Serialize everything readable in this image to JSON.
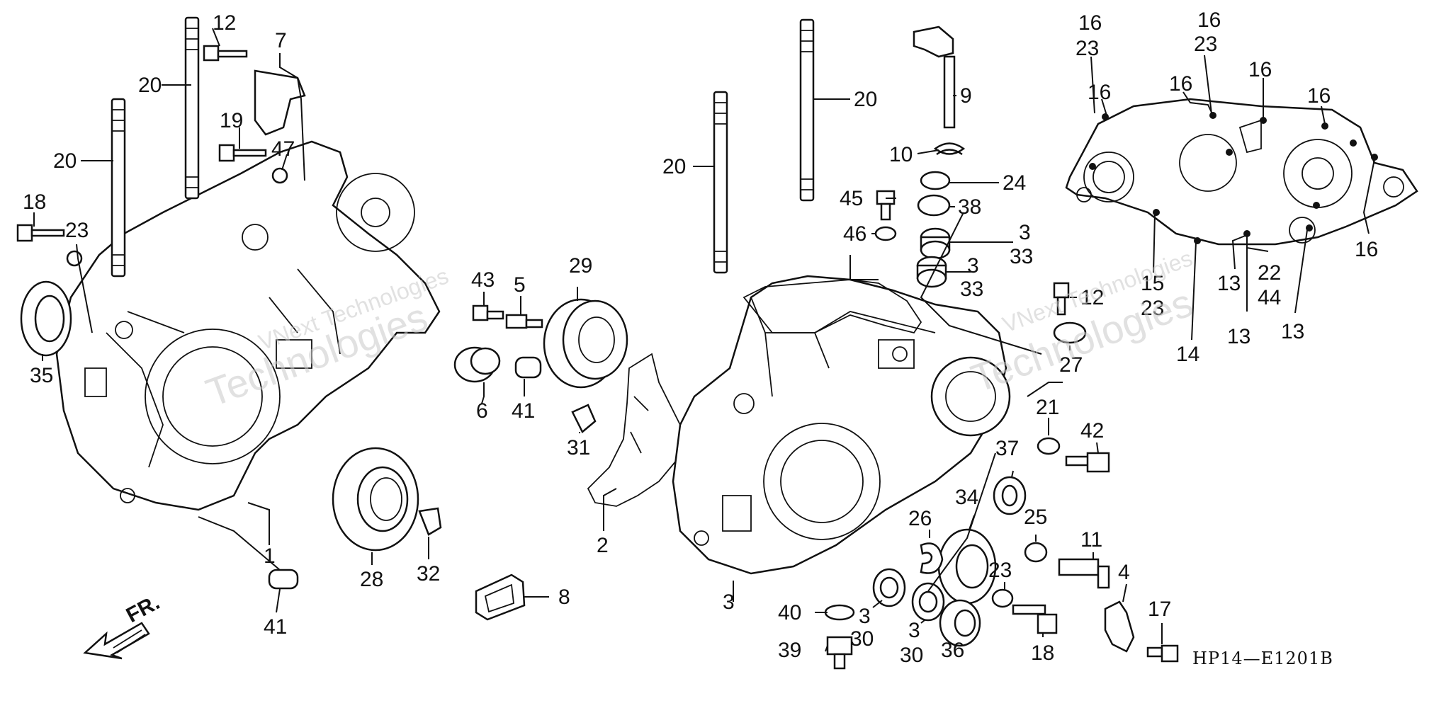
{
  "diagram_code": "HP14—E1201B",
  "front_marker": {
    "label": "FR."
  },
  "watermarks": [
    {
      "text": "VNext Technologies"
    },
    {
      "text": "VNext Technologies"
    },
    {
      "text": "Technologies"
    },
    {
      "text": "Technologies"
    }
  ],
  "callouts": [
    "12",
    "7",
    "20",
    "19",
    "47",
    "20",
    "18",
    "23",
    "35",
    "1",
    "41",
    "28",
    "32",
    "43",
    "5",
    "6",
    "41",
    "29",
    "31",
    "2",
    "8",
    "20",
    "20",
    "9",
    "10",
    "24",
    "45",
    "38",
    "46",
    "3",
    "33",
    "3",
    "33",
    "12",
    "27",
    "21",
    "42",
    "37",
    "34",
    "26",
    "25",
    "11",
    "4",
    "23",
    "17",
    "18",
    "40",
    "39",
    "3",
    "30",
    "3",
    "30",
    "36",
    "3",
    "16",
    "23",
    "16",
    "23",
    "16",
    "16",
    "16",
    "16",
    "16",
    "15",
    "23",
    "14",
    "13",
    "22",
    "44",
    "13",
    "13"
  ]
}
